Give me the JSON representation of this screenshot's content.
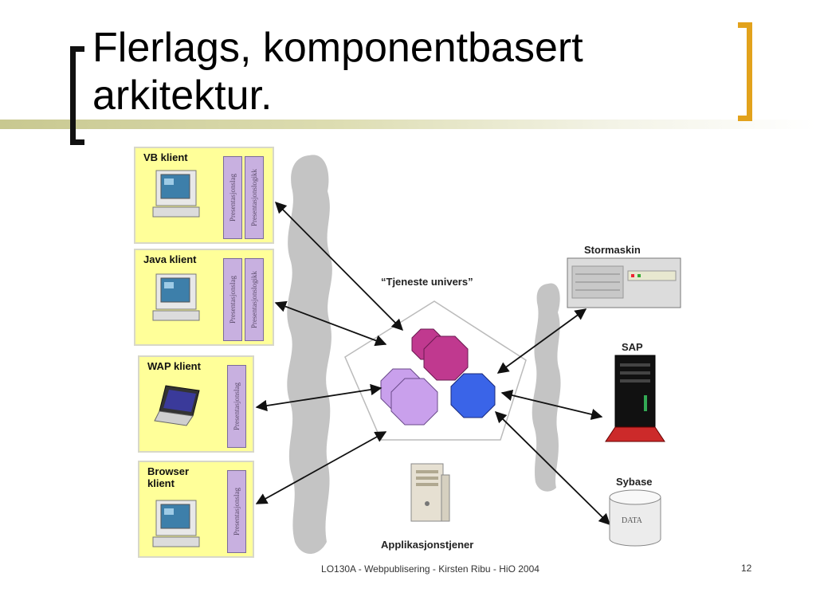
{
  "slide": {
    "title_line1": "Flerlags, komponentbasert",
    "title_line2": "arkitektur.",
    "footer": "LO130A - Webpublisering - Kirsten Ribu - HiO 2004",
    "page_number": "12"
  },
  "diagram": {
    "clients": [
      {
        "label": "VB klient",
        "layers": [
          "Presentasjonslag",
          "Presentasjonslogikk"
        ]
      },
      {
        "label": "Java klient",
        "layers": [
          "Presentasjonslag",
          "Presentasjonslogikk"
        ]
      },
      {
        "label": "WAP klient",
        "layers": [
          "Presentasjonslag"
        ]
      },
      {
        "label": "Browser klient",
        "layers": [
          "Presentasjonslag"
        ]
      }
    ],
    "service_universe_label": "“Tjeneste univers”",
    "app_server_label": "Applikasjonstjener",
    "backends": [
      {
        "label": "Stormaskin"
      },
      {
        "label": "SAP"
      },
      {
        "label": "Sybase",
        "drum_text": "DATA"
      }
    ]
  },
  "colors": {
    "accent_bracket": "#e2a21c",
    "client_box": "#ffff99",
    "layer_bar": "#c8b0e0",
    "octagon_magenta": "#c0398f",
    "octagon_lavender": "#c9a0ec",
    "octagon_blue": "#3a64e8",
    "cloud_gray": "#c4c4c4"
  }
}
